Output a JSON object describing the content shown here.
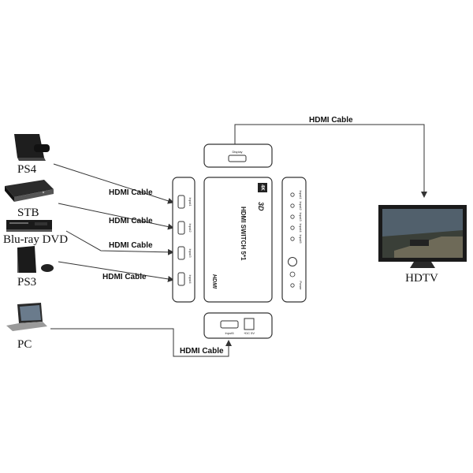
{
  "devices": {
    "ps4": "PS4",
    "stb": "STB",
    "bluray": "Blu-ray DVD",
    "ps3": "PS3",
    "pc": "PC",
    "hdtv": "HDTV"
  },
  "cables": {
    "ps4": "HDMI Cable",
    "stb": "HDMI Cable",
    "bluray": "HDMI Cable",
    "ps3": "HDMI Cable",
    "pc": "HDMI Cable",
    "output": "HDMI Cable"
  },
  "switch": {
    "title": "HDMI SWITCH 5*1",
    "badge_3d": "3D",
    "badge_4k": "4K",
    "logo": "HDMI",
    "output_port": "Display",
    "input_port": "Input5",
    "dc_port": "+DC 5V",
    "ports": [
      "Input1",
      "Input2",
      "Input3",
      "Input4"
    ],
    "indicators": [
      "Input1",
      "Input2",
      "Input3",
      "Input4",
      "Input5",
      "Power"
    ]
  }
}
